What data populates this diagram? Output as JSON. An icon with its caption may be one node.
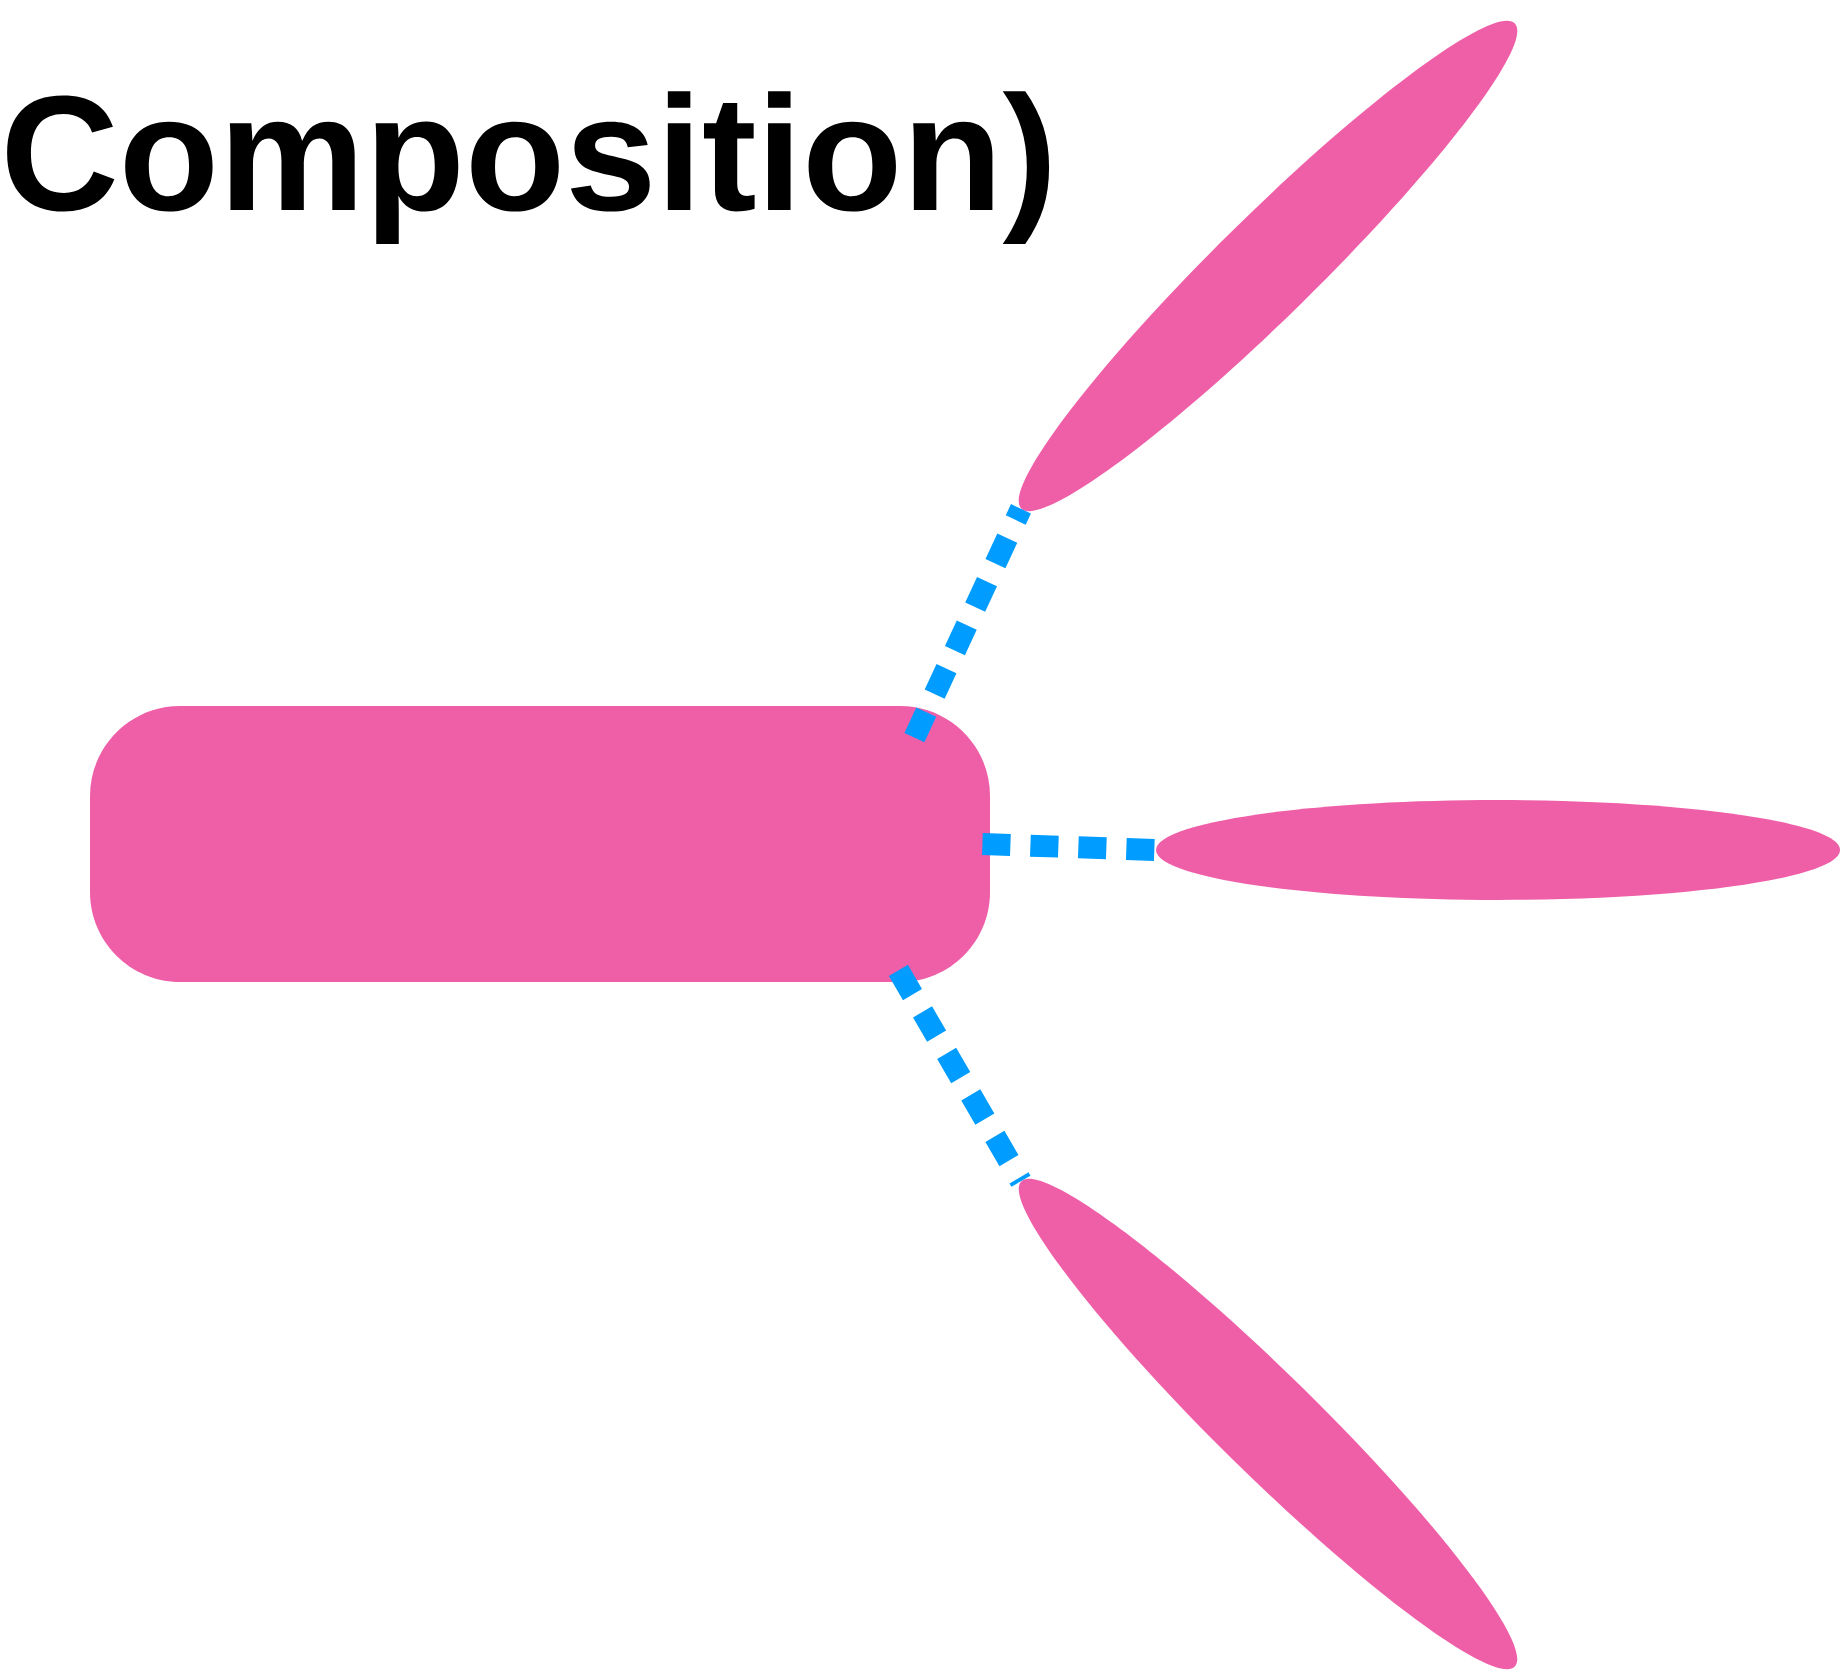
{
  "diagram": {
    "title": "Composition)",
    "nodes": [
      {
        "text": [],
        "shape": "box"
      },
      {
        "text": [],
        "shape": "ellipse"
      },
      {
        "text": [],
        "shape": "ellipse"
      },
      {
        "text": [],
        "shape": "ellipse"
      }
    ],
    "edges": [
      {
        "from": 0,
        "to": 1,
        "arrow": "none",
        "style": "dashed"
      },
      {
        "from": 0,
        "to": 2,
        "arrow": "none",
        "style": "dashed"
      },
      {
        "from": 0,
        "to": 3,
        "arrow": "none",
        "style": "dashed"
      }
    ]
  }
}
